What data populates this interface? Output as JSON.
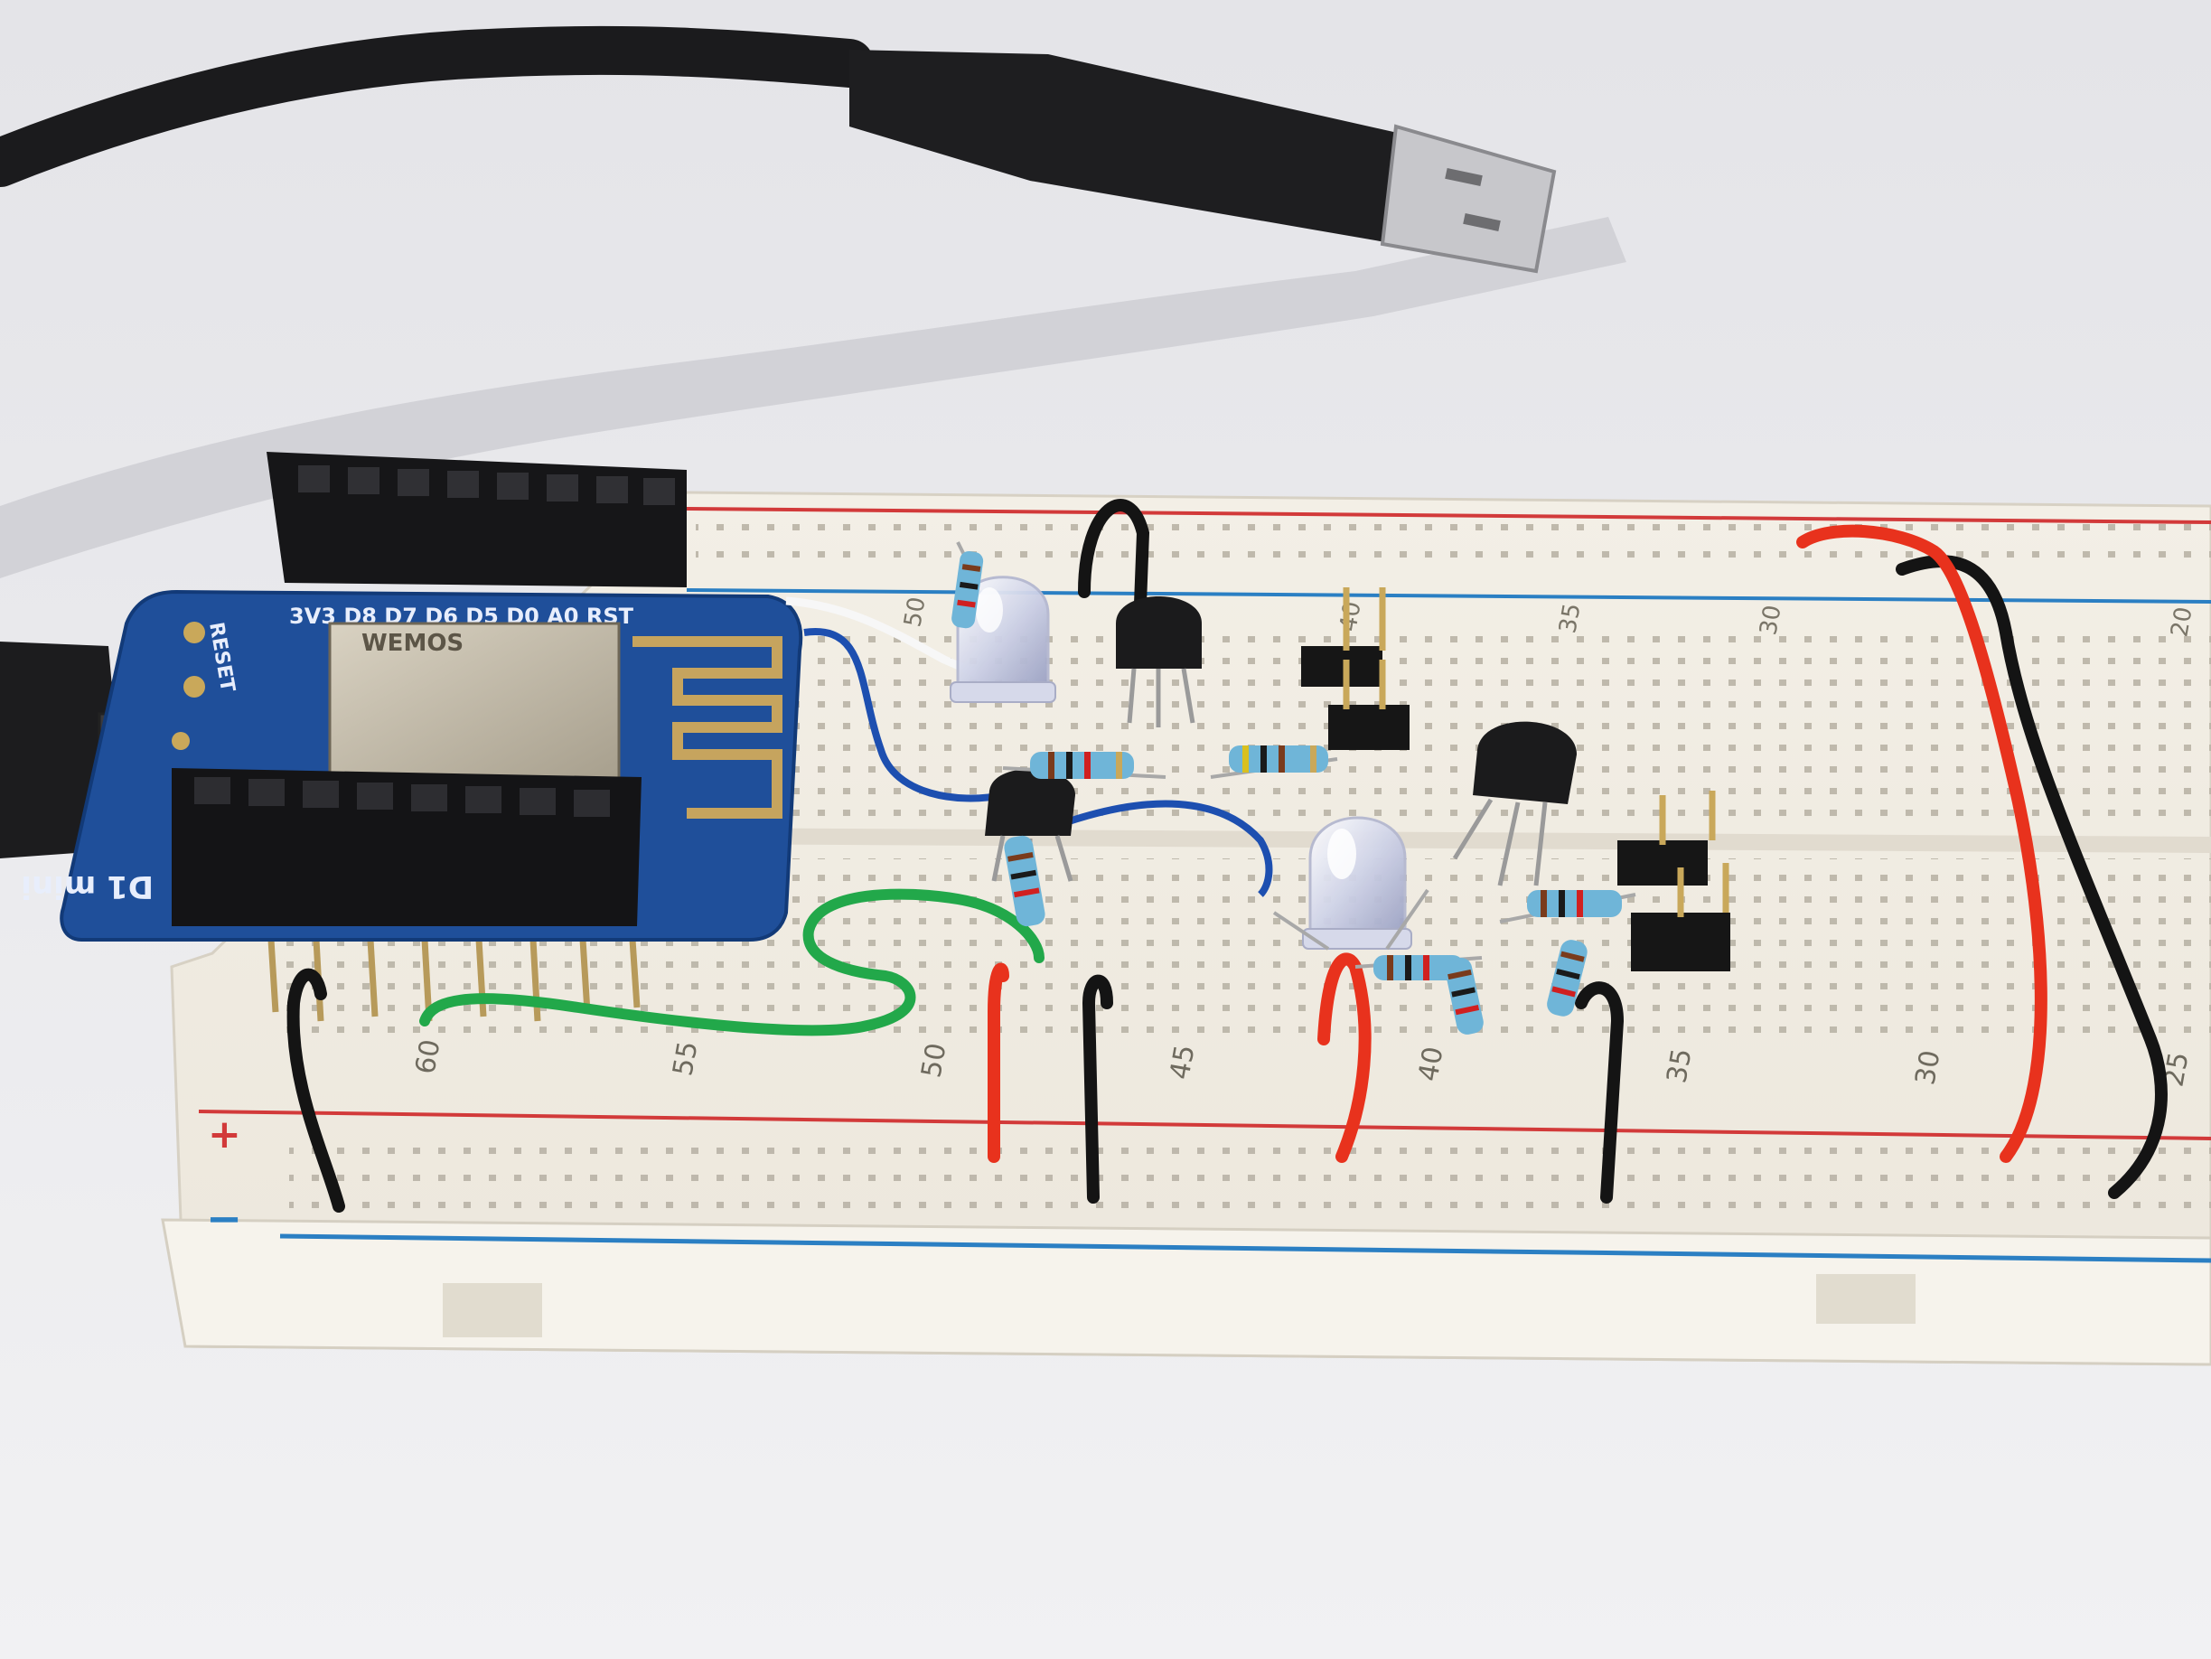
{
  "photo": {
    "subject": "breadboard-circuit",
    "module": {
      "header_pins_label": "3V3 D8 D7 D6 D5 D0 A0 RST",
      "reset_label": "RESET",
      "module_text": "WEMOS",
      "board_name_text": "D1 mini"
    },
    "breadboard": {
      "top_numbers": [
        "50",
        "40",
        "35",
        "30",
        "20"
      ],
      "bottom_numbers": [
        "60",
        "55",
        "50",
        "45",
        "40",
        "35",
        "30",
        "25"
      ],
      "plus_rail": "+",
      "minus_rail": "−"
    },
    "colors": {
      "background": "#e9e9ec",
      "board": "#f4f1ea",
      "pcb": "#1f4f9a",
      "red_line": "#d23a3a",
      "blue_line": "#2b7fc3",
      "red_wire": "#e8321d",
      "black_wire": "#141414",
      "green_wire": "#22a84a",
      "blue_wire": "#1d4fb0"
    },
    "icons": [
      "usb-cable",
      "led",
      "transistor",
      "resistor",
      "pin-header"
    ]
  }
}
